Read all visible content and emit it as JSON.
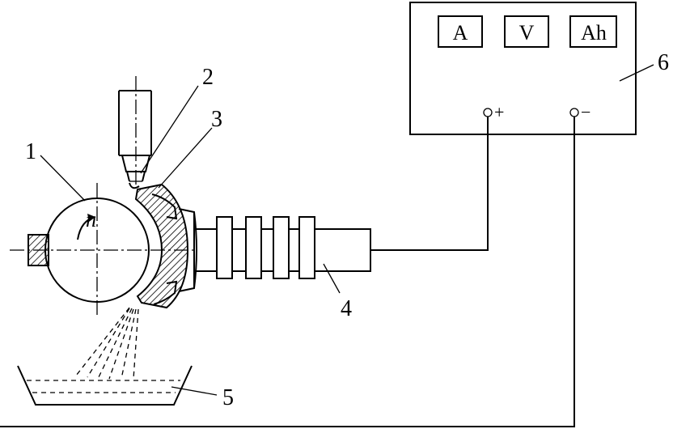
{
  "labels": {
    "part1": "1",
    "part2": "2",
    "part3": "3",
    "part4": "4",
    "part5": "5",
    "part6": "6",
    "rotation": "n"
  },
  "meters": {
    "ammeter": "A",
    "voltmeter": "V",
    "amp_hour_meter": "Ah"
  },
  "terminals": {
    "positive": "+",
    "negative": "−"
  }
}
